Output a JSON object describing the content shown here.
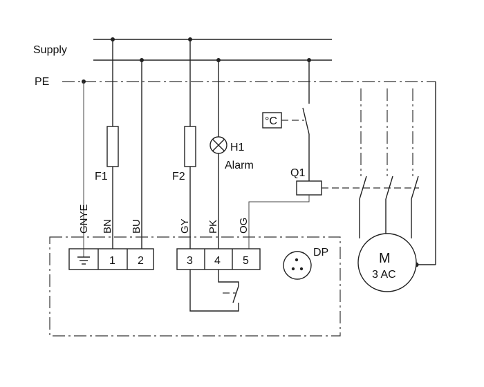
{
  "labels": {
    "supply": "Supply",
    "pe": "PE",
    "f1": "F1",
    "f2": "F2",
    "h1": "H1",
    "alarm": "Alarm",
    "q1": "Q1",
    "temp": "°C",
    "dp": "DP",
    "motor_m": "M",
    "motor_type": "3 AC"
  },
  "wire_colors": [
    "GNYE",
    "BN",
    "BU",
    "GY",
    "PK",
    "OG"
  ],
  "terminals": [
    "1",
    "2",
    "3",
    "4",
    "5"
  ]
}
